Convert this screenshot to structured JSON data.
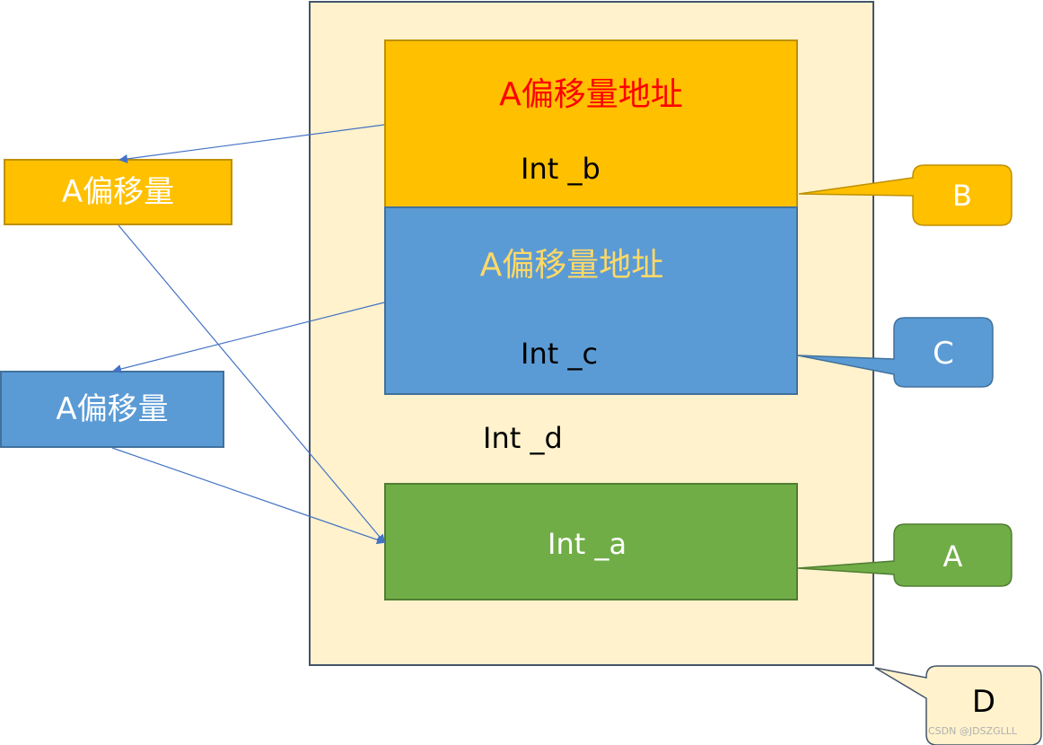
{
  "outer_box": {
    "label": "Int _d"
  },
  "yellow_block": {
    "title": "A偏移量地址",
    "field": "Int _b"
  },
  "blue_block": {
    "title": "A偏移量地址",
    "field": "Int _c"
  },
  "green_block": {
    "field": "Int _a"
  },
  "left_boxes": {
    "yellow": "A偏移量",
    "blue": "A偏移量"
  },
  "callouts": {
    "b": "B",
    "c": "C",
    "a": "A",
    "d": "D"
  },
  "watermark": "CSDN @JDSZGLLL",
  "colors": {
    "yellow": "#FFC000",
    "blue": "#5B9BD5",
    "green": "#70AD47",
    "outer": "#FFF2CC",
    "title_red": "#FF0000",
    "title_gold": "#FFD966",
    "arrow": "#4472C4"
  }
}
